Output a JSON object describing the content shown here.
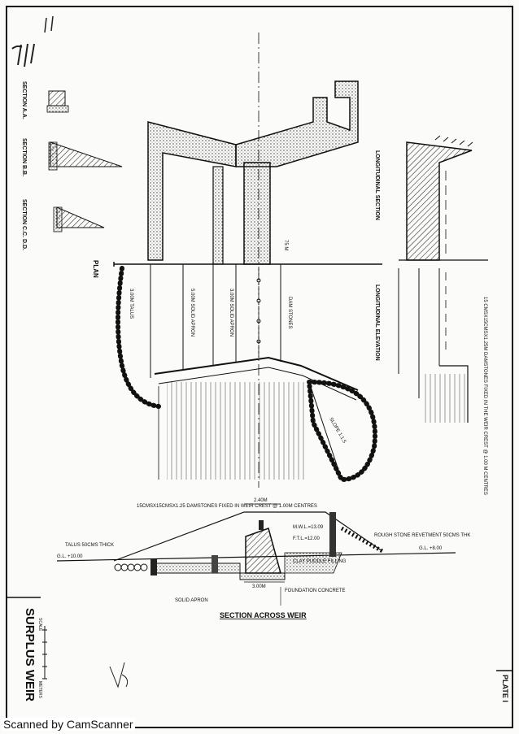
{
  "sheet": {
    "title": "SURPLUS WEIR",
    "plate": "PLATE I",
    "scale_label": "SCALE",
    "scale_unit": "METERS"
  },
  "views": {
    "plan": "PLAN",
    "longitudinal_section": "LONGITUDINAL SECTION",
    "longitudinal_elevation": "LONGITUDINAL ELEVATION",
    "section_across_weir": "SECTION ACROSS WEIR",
    "section_aa": "SECTION A.A.",
    "section_bb": "SECTION B.B.",
    "section_cc": "SECTION C.C. D.D."
  },
  "annotations": {
    "damstones_top": "15CMSX15CMSX1.25 DAMSTONES FIXED IN WEIR CREST @ 1.00M CENTRES",
    "damstones_side": "15 CMSX15CMSX1.25M DAMSTONES FIXED IN THE WEIR CREST @ 1.00 M CENTRES",
    "talus": "TALUS 50CMS THICK",
    "rough_stone": "ROUGH STONE REVETMENT 50CMS THK",
    "clay_puddle": "CLAY PUDDLE FILLING",
    "foundation": "FOUNDATION CONCRETE",
    "solid_apron": "SOLID APRON",
    "mwl": "M.W.L.=13.09",
    "ftl": "F.T.L.=12.00",
    "gl_left": "G.L. +10.00",
    "gl_right": "G.L. +8.00",
    "width_240": "2.40M",
    "width_300": "3.00M",
    "width_75": "75 M",
    "talus_plan": "3.00M TALUS",
    "apron_plan": "5.00M SOLID APRON",
    "apron_plan2": "3.00M SOLID APRON",
    "dam_stones": "DAM STONES",
    "slope": "SLOPE 1:1.5"
  },
  "footer": {
    "watermark": "Scanned by CamScanner"
  }
}
